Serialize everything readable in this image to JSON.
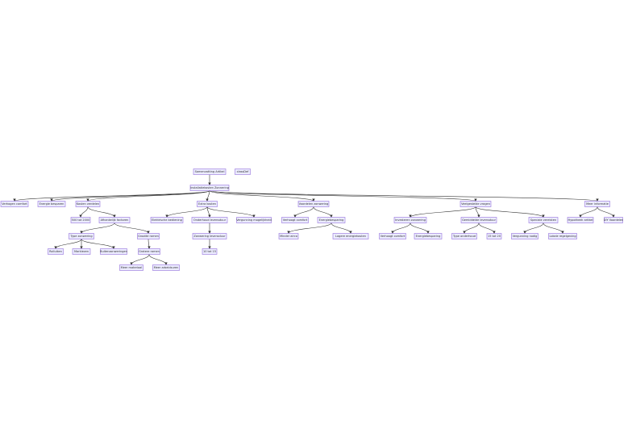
{
  "nodes": [
    {
      "id": "summary",
      "label": "Samenvatting Artikel"
    },
    {
      "id": "classdef",
      "label": "classDef"
    },
    {
      "id": "root",
      "label": "Installatiekosten Zonnering"
    },
    {
      "id": "comfort",
      "label": "Verhogen comfort"
    },
    {
      "id": "energy",
      "label": "Energie besparen"
    },
    {
      "id": "costs",
      "label": "Kosten verdelen"
    },
    {
      "id": "c500",
      "label": "500 tot 2000"
    },
    {
      "id": "factors",
      "label": "Afhankelijk factoren"
    },
    {
      "id": "type",
      "label": "Type zonwering"
    },
    {
      "id": "rolluiken",
      "label": "Rolluiken"
    },
    {
      "id": "markiezen",
      "label": "Markiezen"
    },
    {
      "id": "buiten",
      "label": "Buitenzonweringen"
    },
    {
      "id": "grootte",
      "label": "Grootte ramen"
    },
    {
      "id": "grotere",
      "label": "Grotere ramen"
    },
    {
      "id": "materiaal",
      "label": "Meer materiaal"
    },
    {
      "id": "arbeid",
      "label": "Meer arbeidsuren"
    },
    {
      "id": "extra",
      "label": "Extra kosten"
    },
    {
      "id": "elektrisch",
      "label": "Elektrische bediening"
    },
    {
      "id": "onderhoud",
      "label": "Onderhoud levensduur"
    },
    {
      "id": "zonwering_lev",
      "label": "Zonwering levensduur"
    },
    {
      "id": "tien",
      "label": "10 tot 15"
    },
    {
      "id": "vergunning",
      "label": "Vergunning mogelijkheid"
    },
    {
      "id": "voordelen",
      "label": "Voordelen zonwering"
    },
    {
      "id": "verhoogt",
      "label": "Verhoogt comfort"
    },
    {
      "id": "energiebesparing",
      "label": "Energiebesparing"
    },
    {
      "id": "minder",
      "label": "Minder airco"
    },
    {
      "id": "lagere",
      "label": "Lagere energiekosten"
    },
    {
      "id": "veelgestelde",
      "label": "Veelgestelde vragen"
    },
    {
      "id": "investeren",
      "label": "Investeren zonwering"
    },
    {
      "id": "verhoogt_wooncomfort",
      "label": "Verhoogt comfort"
    },
    {
      "id": "energiebesparing2",
      "label": "Energiebesparing"
    },
    {
      "id": "gemiddelde",
      "label": "Gemiddelde levensduur"
    },
    {
      "id": "type_onderhoud",
      "label": "Type onderhoud"
    },
    {
      "id": "twintig",
      "label": "15 tot 20"
    },
    {
      "id": "speciale",
      "label": "Speciale vereisten"
    },
    {
      "id": "vergunning_nodig",
      "label": "Vergunning nodig"
    },
    {
      "id": "lokale",
      "label": "Lokale regelgeving"
    },
    {
      "id": "meer",
      "label": "Meer informatie"
    },
    {
      "id": "hypotheek",
      "label": "Hypotheek artikel"
    },
    {
      "id": "dgf",
      "label": "DIY Voordelen"
    }
  ],
  "edges": [
    [
      "summary",
      "root"
    ],
    [
      "root",
      "comfort"
    ],
    [
      "root",
      "energy"
    ],
    [
      "root",
      "costs"
    ],
    [
      "root",
      "extra"
    ],
    [
      "root",
      "voordelen"
    ],
    [
      "root",
      "veelgestelde"
    ],
    [
      "root",
      "meer"
    ],
    [
      "costs",
      "c500"
    ],
    [
      "costs",
      "factors"
    ],
    [
      "factors",
      "type"
    ],
    [
      "factors",
      "grootte"
    ],
    [
      "type",
      "rolluiken"
    ],
    [
      "type",
      "markiezen"
    ],
    [
      "type",
      "buiten"
    ],
    [
      "grootte",
      "grotere"
    ],
    [
      "grotere",
      "materiaal"
    ],
    [
      "grotere",
      "arbeid"
    ],
    [
      "extra",
      "elektrisch"
    ],
    [
      "extra",
      "onderhoud"
    ],
    [
      "extra",
      "vergunning"
    ],
    [
      "onderhoud",
      "zonwering_lev"
    ],
    [
      "zonwering_lev",
      "tien"
    ],
    [
      "voordelen",
      "verhoogt"
    ],
    [
      "voordelen",
      "energiebesparing"
    ],
    [
      "energiebesparing",
      "minder"
    ],
    [
      "energiebesparing",
      "lagere"
    ],
    [
      "veelgestelde",
      "investeren"
    ],
    [
      "veelgestelde",
      "gemiddelde"
    ],
    [
      "veelgestelde",
      "speciale"
    ],
    [
      "investeren",
      "verhoogt_wooncomfort"
    ],
    [
      "investeren",
      "energiebesparing2"
    ],
    [
      "gemiddelde",
      "type_onderhoud"
    ],
    [
      "gemiddelde",
      "twintig"
    ],
    [
      "speciale",
      "vergunning_nodig"
    ],
    [
      "speciale",
      "lokale"
    ],
    [
      "meer",
      "hypotheek"
    ],
    [
      "meer",
      "dgf"
    ]
  ]
}
